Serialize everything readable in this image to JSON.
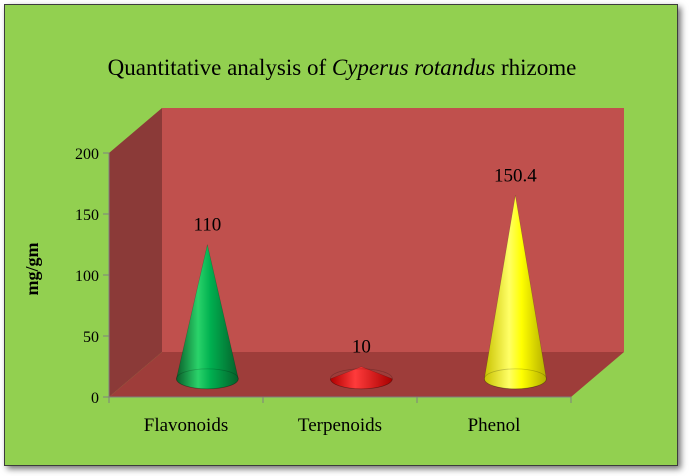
{
  "chart_data": {
    "type": "bar",
    "subtype": "3d-cone",
    "title": {
      "prefix": "Quantitative analysis of ",
      "italic": "Cyperus rotandus",
      "suffix": " rhizome"
    },
    "xlabel": "",
    "ylabel": "mg/gm",
    "ylim": [
      0,
      200
    ],
    "yticks": [
      0,
      50,
      100,
      150,
      200
    ],
    "categories": [
      "Flavonoids",
      "Terpenoids",
      "Phenol"
    ],
    "values": [
      110,
      10,
      150.4
    ],
    "data_labels": [
      "110",
      "10",
      "150.4"
    ],
    "legend": "none",
    "grid": false,
    "colors": {
      "background": "#92d050",
      "wall": "#c0504d",
      "side_wall": "#8b3a38",
      "floor": "#9e3d3a",
      "cones": [
        "#00b050",
        "#ff0000",
        "#ffff00"
      ]
    }
  }
}
